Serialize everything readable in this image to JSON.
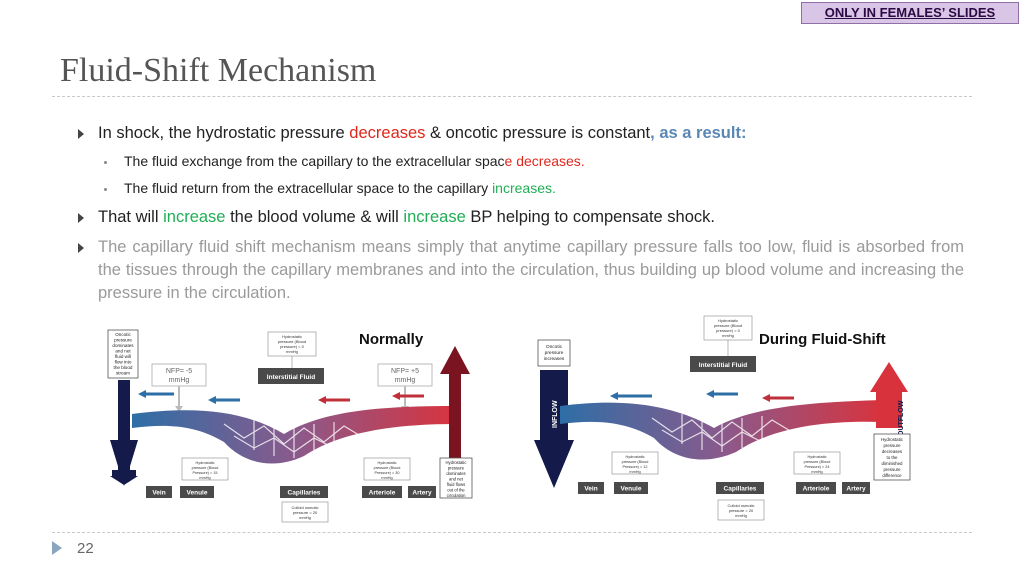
{
  "badge": "ONLY IN FEMALES’ SLIDES",
  "title": "Fluid-Shift Mechanism",
  "bullets": {
    "b1": {
      "t1": "In shock, the hydrostatic pressure ",
      "t2": "decreases",
      "t3": " & oncotic pressure is constant",
      ",": ",",
      "t4": " as a result:"
    },
    "s1": {
      "t1": "The fluid exchange from the capillary to the extracellular spac",
      "t1b": "e",
      "t2": " decreases."
    },
    "s2": {
      "t1": "The fluid return from the extracellular space to the capillary ",
      "t2": "increases."
    },
    "b2": {
      "t1": "That will ",
      "t2": "increase",
      "t3": " the blood volume & will ",
      "t4": "increase",
      "t5": " BP helping to compensate shock."
    },
    "b3": "The capillary fluid shift mechanism means simply that anytime capillary pressure falls too low, fluid is absorbed from the tissues through the capillary membranes and into the circulation, thus building up blood volume and increasing the pressure in the circulation."
  },
  "diagram_left": {
    "heading": "Normally",
    "oncotic": [
      "Oncotic",
      "pressure",
      "dominates",
      "and net",
      "fluid will",
      "flow into",
      "the blood",
      "stream"
    ],
    "hydro_top": [
      "Hydrostatic",
      "pressure (Blood",
      "pressure) = 0",
      "mmHg"
    ],
    "interstitial": "Interstitial Fluid",
    "nfp_left": [
      "NFP= -5",
      "mmHg"
    ],
    "nfp_right": [
      "NFP= +5",
      "mmHg"
    ],
    "hydro_l": [
      "Hydrostatic",
      "pressure (Blood",
      "Pressure) = 15",
      "mmHg"
    ],
    "hydro_r": [
      "Hydrostatic",
      "pressure (Blood",
      "Pressure) = 30",
      "mmHg"
    ],
    "hydro_dom": [
      "Hydrostatic",
      "pressure",
      "dominates",
      "and net",
      "fluid flows",
      "out of the",
      "circulation"
    ],
    "vein": "Vein",
    "venule": "Venule",
    "capillaries": "Capillaries",
    "arteriole": "Arteriole",
    "artery": "Artery",
    "colloid": [
      "Colloid osmotic",
      "pressure = 20",
      "mmHg"
    ]
  },
  "diagram_right": {
    "heading": "During Fluid-Shift",
    "oncotic": [
      "Oncotic",
      "pressure",
      "increases"
    ],
    "hydro_top": [
      "Hydrostatic",
      "pressure (Blood",
      "pressure) = 0",
      "mmHg"
    ],
    "interstitial": "Interstitial Fluid",
    "inflow": "INFLOW",
    "outflow": "OUTFLOW",
    "hydro_l": [
      "Hydrostatic",
      "pressure (Blood",
      "Pressure) = 12",
      "mmHg"
    ],
    "hydro_r": [
      "Hydrostatic",
      "pressure (Blood",
      "Pressure) = 24",
      "mmHg"
    ],
    "hydro_dec": [
      "Hydrostatic",
      "pressure",
      "decreases",
      "to the",
      "diminished",
      "pressure",
      "difference"
    ],
    "vein": "Vein",
    "venule": "Venule",
    "capillaries": "Capillaries",
    "arteriole": "Arteriole",
    "artery": "Artery",
    "colloid": [
      "Colloid osmotic",
      "pressure = 20",
      "mmHg"
    ]
  },
  "page_number": "22",
  "colors": {
    "red": "#e0261b",
    "green": "#1fae55",
    "blue": "#5b87b4",
    "vein": "#2e6ea6",
    "artery": "#d8333d",
    "navy": "#141a4a",
    "maroon": "#7a1420"
  }
}
